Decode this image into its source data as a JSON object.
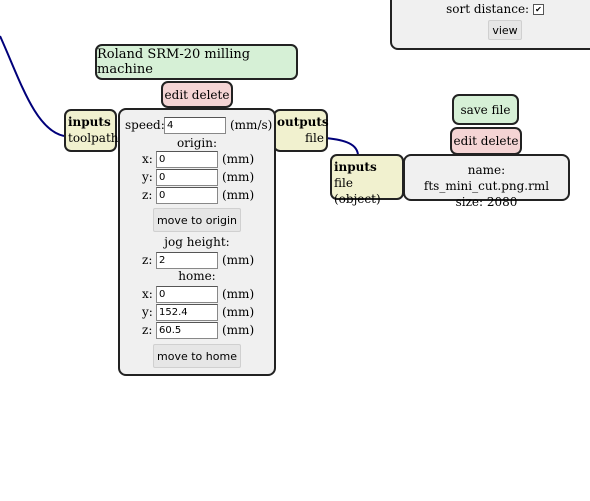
{
  "top_panel": {
    "sort_distance_label": "sort distance:",
    "sort_distance_checked": true,
    "view_button": "view"
  },
  "machine_module": {
    "title": "Roland SRM-20 milling machine",
    "edit_delete": "edit delete",
    "inputs_port": {
      "heading": "inputs",
      "name": "toolpath"
    },
    "outputs_port": {
      "heading": "outputs",
      "name": "file"
    },
    "speed": {
      "label": "speed:",
      "value": "4",
      "unit": "(mm/s)"
    },
    "origin": {
      "heading": "origin:",
      "x": {
        "label": "x:",
        "value": "0",
        "unit": "(mm)"
      },
      "y": {
        "label": "y:",
        "value": "0",
        "unit": "(mm)"
      },
      "z": {
        "label": "z:",
        "value": "0",
        "unit": "(mm)"
      },
      "button": "move to origin"
    },
    "jog": {
      "heading": "jog height:",
      "z": {
        "label": "z:",
        "value": "2",
        "unit": "(mm)"
      }
    },
    "home": {
      "heading": "home:",
      "x": {
        "label": "x:",
        "value": "0",
        "unit": "(mm)"
      },
      "y": {
        "label": "y:",
        "value": "152.4",
        "unit": "(mm)"
      },
      "z": {
        "label": "z:",
        "value": "60.5",
        "unit": "(mm)"
      },
      "button": "move to home"
    }
  },
  "save_module": {
    "save_file": "save file",
    "edit_delete": "edit delete",
    "inputs_port": {
      "heading": "inputs",
      "name": "file (object)"
    },
    "file_name": "name: fts_mini_cut.png.rml",
    "file_size": "size: 2080"
  },
  "colors": {
    "wire": "#00007a",
    "title_green": "#d6f0d6",
    "button_pink": "#f4d4d4",
    "port_yellow": "#f1f1cf",
    "panel_gray": "#f0f0f0"
  }
}
